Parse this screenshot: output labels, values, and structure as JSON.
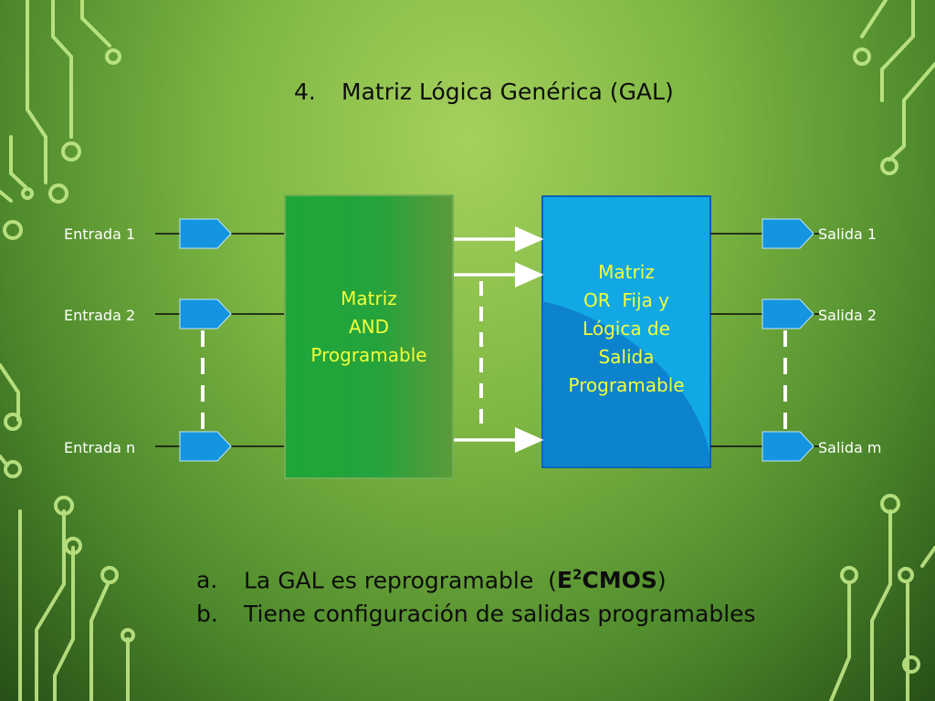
{
  "slide": {
    "title_number": "4.",
    "title_text": "Matriz Lógica Genérica (GAL)"
  },
  "diagram": {
    "inputs": [
      "Entrada 1",
      "Entrada 2",
      "Entrada n"
    ],
    "outputs": [
      "Salida 1",
      "Salida 2",
      "Salida m"
    ],
    "and_block_lines": [
      "Matriz",
      "AND",
      "Programable"
    ],
    "or_block_lines": [
      "Matriz",
      "OR  Fija y",
      "Lógica de",
      "Salida",
      "Programable"
    ]
  },
  "bullets": [
    {
      "marker": "a.",
      "text": "La GAL es reprogramable  (",
      "bold_main": "E",
      "bold_sup": "2",
      "bold_rest": "CMOS",
      "tail": ")"
    },
    {
      "marker": "b.",
      "text": "Tiene configuración de salidas programables"
    }
  ],
  "colors": {
    "and_block": "#1fa63b",
    "or_block": "#12a8e6",
    "connector": "#1594e0",
    "block_text": "#f2ff3a",
    "circuit": "#c9ef8c"
  }
}
